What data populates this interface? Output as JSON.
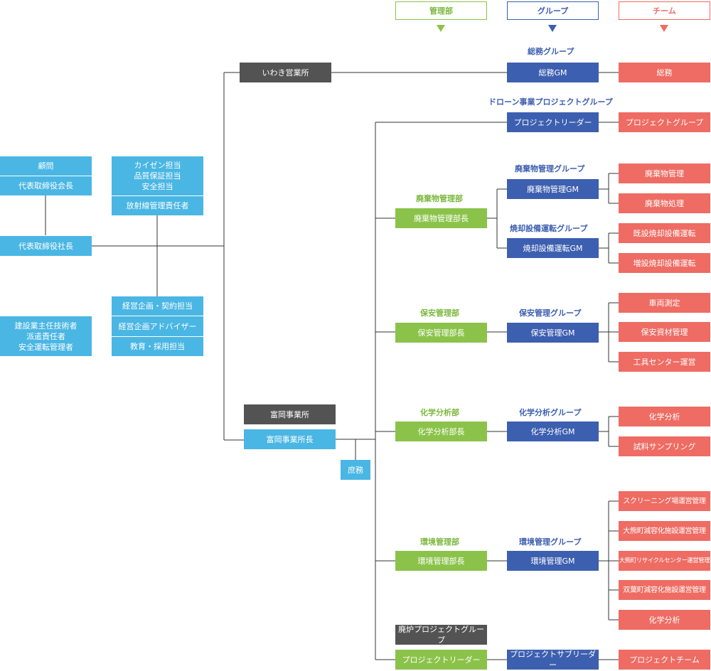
{
  "legend": {
    "management": "管理部",
    "group": "グループ",
    "team": "チーム"
  },
  "left": {
    "advisor": "顧問",
    "chairman": "代表取締役会長",
    "president": "代表取締役社長",
    "qa": "カイゼン担当\n品質保証担当\n安全担当",
    "radiation": "放射線管理責任者",
    "planning_contract": "経営企画・契約担当",
    "planning_advisor": "経営企画アドバイザー",
    "education": "教育・採用担当",
    "engineer": "建設業主任技術者\n派遣責任者\n安全運転管理者"
  },
  "iwaki": {
    "office": "いわき営業所",
    "group_label": "総務グループ",
    "gm": "総務GM",
    "team": "総務"
  },
  "tomioka": {
    "office": "富岡事業所",
    "head": "富岡事業所長",
    "general_affairs": "庶務"
  },
  "drone": {
    "group_label": "ドローン事業プロジェクトグループ",
    "leader": "プロジェクトリーダー",
    "team": "プロジェクトグループ"
  },
  "waste": {
    "dept_label": "廃棄物管理部",
    "dept_head": "廃棄物管理部長",
    "group1_label": "廃棄物管理グループ",
    "group1_gm": "廃棄物管理GM",
    "team1a": "廃棄物管理",
    "team1b": "廃棄物処理",
    "group2_label": "焼却設備運転グループ",
    "group2_gm": "焼却設備運転GM",
    "team2a": "既設焼却設備運転",
    "team2b": "増設焼却設備運転"
  },
  "security": {
    "dept_label": "保安管理部",
    "dept_head": "保安管理部長",
    "group_label": "保安管理グループ",
    "gm": "保安管理GM",
    "team_a": "車両測定",
    "team_b": "保安資材管理",
    "team_c": "工具センター運営"
  },
  "chem": {
    "dept_label": "化学分析部",
    "dept_head": "化学分析部長",
    "group_label": "化学分析グループ",
    "gm": "化学分析GM",
    "team_a": "化学分析",
    "team_b": "試料サンプリング"
  },
  "env": {
    "dept_label": "環境管理部",
    "dept_head": "環境管理部長",
    "group_label": "環境管理グループ",
    "gm": "環境管理GM",
    "team_a": "スクリーニング場運営管理",
    "team_b": "大熊町減容化施設運営管理",
    "team_c": "大熊町リサイクルセンター運営管理",
    "team_d": "双葉町減容化施設運営管理",
    "team_e": "化学分析"
  },
  "decom": {
    "group_box": "廃炉プロジェクトグループ",
    "leader": "プロジェクトリーダー",
    "subleader": "プロジェクトサブリーダー",
    "team": "プロジェクトチーム"
  },
  "colors": {
    "cyan": "#4ab6e3",
    "dark": "#535353",
    "green": "#8bc34a",
    "blue": "#3d5fb0",
    "red": "#ee6c63",
    "line": "#333333"
  }
}
